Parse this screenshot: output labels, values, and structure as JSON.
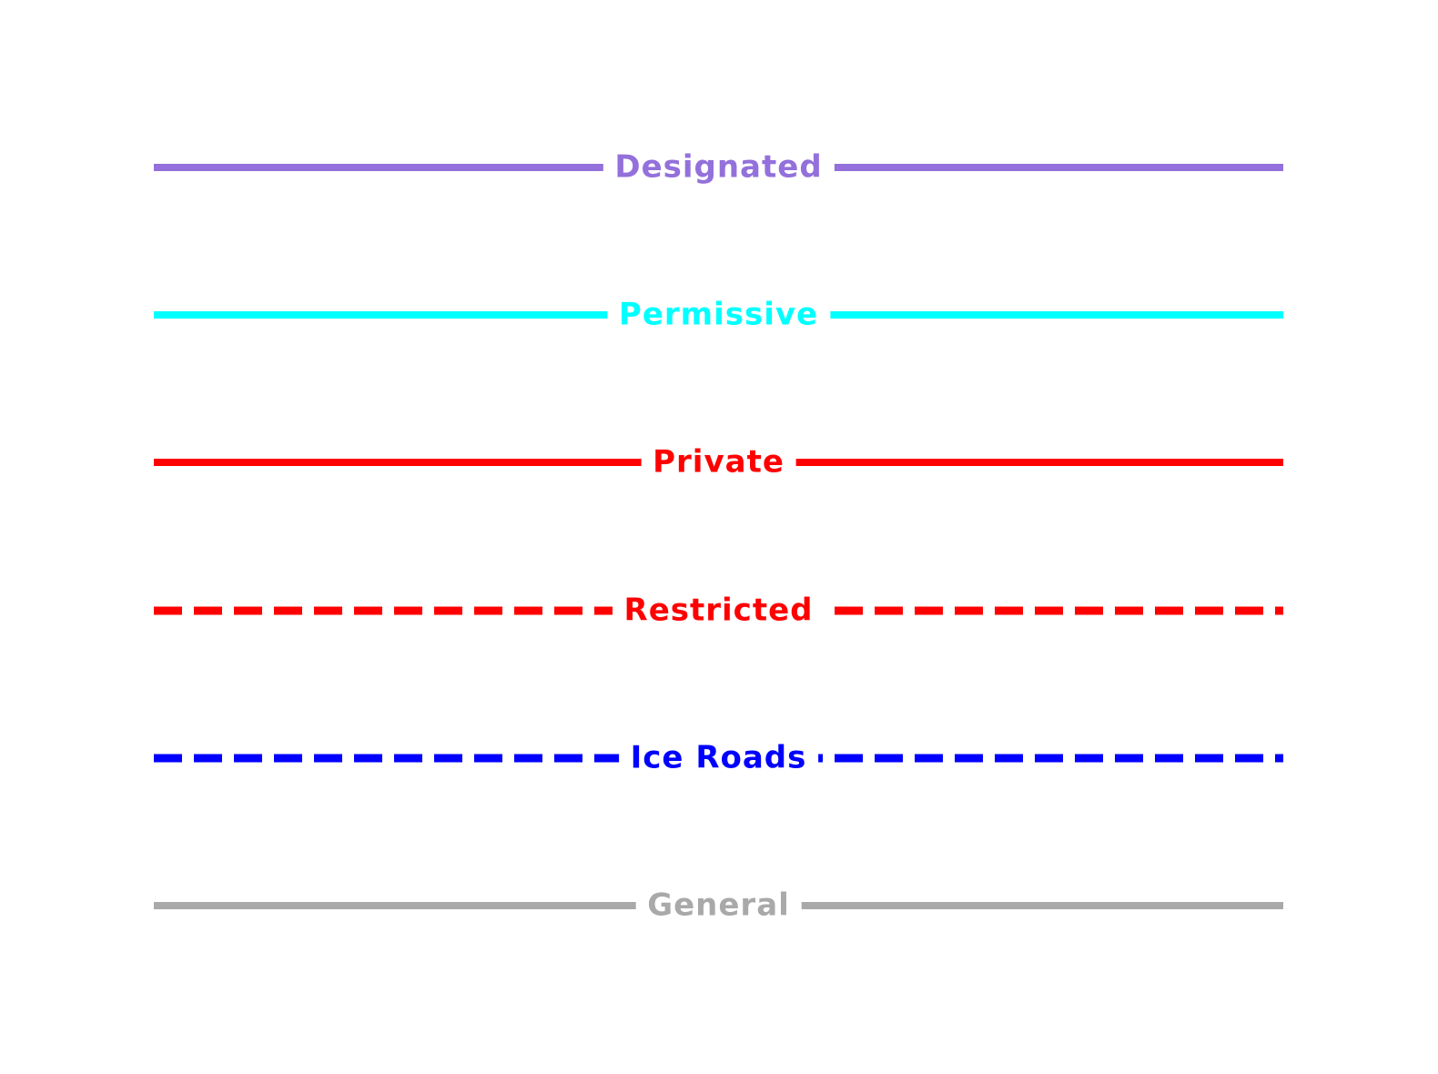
{
  "legend": {
    "title": "road-access-line-legend",
    "entries": [
      {
        "label": "Designated",
        "color_hex": "#9370DB",
        "line_style": "solid"
      },
      {
        "label": "Permissive",
        "color_hex": "#00FFFF",
        "line_style": "solid"
      },
      {
        "label": "Private",
        "color_hex": "#FF0000",
        "line_style": "solid"
      },
      {
        "label": "Restricted",
        "color_hex": "#FF0000",
        "line_style": "dashed"
      },
      {
        "label": "Ice Roads",
        "color_hex": "#0000FF",
        "line_style": "dashed"
      },
      {
        "label": "General",
        "color_hex": "#A9A9A9",
        "line_style": "solid"
      }
    ]
  }
}
